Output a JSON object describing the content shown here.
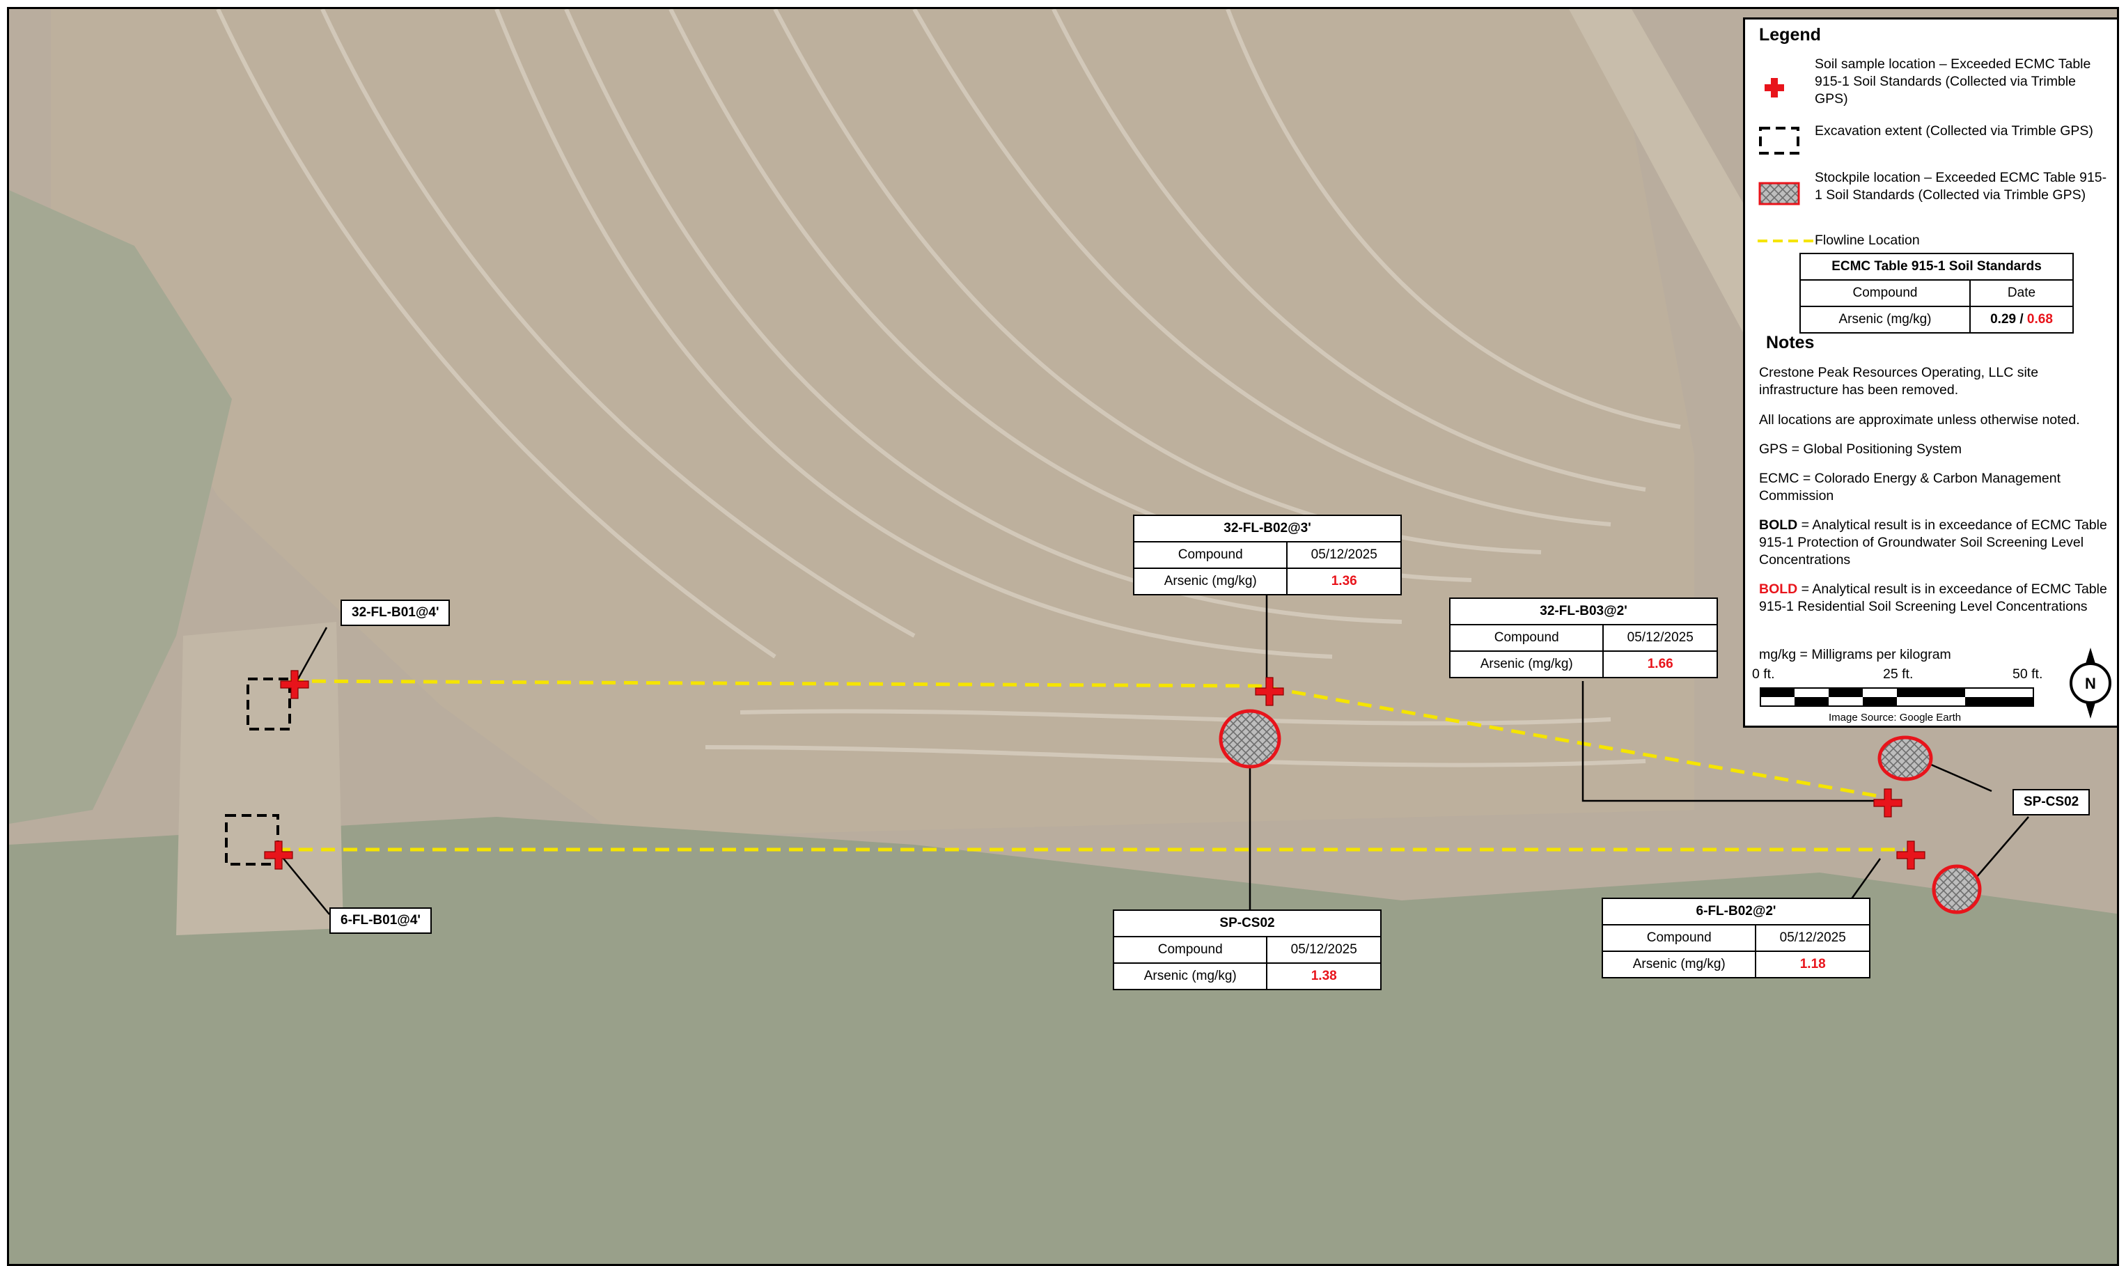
{
  "legend": {
    "heading": "Legend",
    "items": {
      "soil_sample": "Soil sample location – Exceeded ECMC Table 915-1 Soil Standards (Collected via Trimble GPS)",
      "excavation": "Excavation extent (Collected via Trimble GPS)",
      "stockpile": "Stockpile location – Exceeded ECMC Table 915-1 Soil Standards (Collected via Trimble GPS)",
      "flowline": "Flowline Location"
    },
    "standards_table": {
      "title": "ECMC Table 915-1 Soil Standards",
      "col_compound": "Compound",
      "col_date": "Date",
      "compound": "Arsenic (mg/kg)",
      "value_bold": "0.29",
      "separator": " / ",
      "value_red": "0.68"
    }
  },
  "notes": {
    "heading": "Notes",
    "n1": "Crestone Peak Resources Operating, LLC site infrastructure has been removed.",
    "n2": "All locations are approximate unless otherwise noted.",
    "n3": "GPS = Global Positioning System",
    "n4": "ECMC = Colorado Energy & Carbon Management Commission",
    "n5_key": "BOLD",
    "n5_text": " = Analytical result is in exceedance of ECMC Table 915-1 Protection of Groundwater Soil Screening Level Concentrations",
    "n6_key": "BOLD",
    "n6_text": " = Analytical result is in exceedance of ECMC Table 915-1 Residential Soil Screening Level Concentrations",
    "n7": "mg/kg = Milligrams per kilogram"
  },
  "scale": {
    "t0": "0 ft.",
    "t25": "25 ft.",
    "t50": "50 ft.",
    "source": "Image Source:  Google Earth"
  },
  "north_arrow": "N",
  "samples": {
    "b02_3": {
      "name": "32-FL-B02@3'",
      "compound_hdr": "Compound",
      "date": "05/12/2025",
      "compound": "Arsenic (mg/kg)",
      "value": "1.36"
    },
    "b03_2": {
      "name": "32-FL-B03@2'",
      "compound_hdr": "Compound",
      "date": "05/12/2025",
      "compound": "Arsenic (mg/kg)",
      "value": "1.66"
    },
    "sp_cs02": {
      "name": "SP-CS02",
      "compound_hdr": "Compound",
      "date": "05/12/2025",
      "compound": "Arsenic (mg/kg)",
      "value": "1.38"
    },
    "b02_2": {
      "name": "6-FL-B02@2'",
      "compound_hdr": "Compound",
      "date": "05/12/2025",
      "compound": "Arsenic (mg/kg)",
      "value": "1.18"
    }
  },
  "labels": {
    "b01_4_32": "32-FL-B01@4'",
    "b01_4_6": "6-FL-B01@4'",
    "sp_cs02_right": "SP-CS02"
  },
  "colors": {
    "sample_red": "#e8141b",
    "flowline": "#f5e400",
    "excavation": "#000000"
  }
}
